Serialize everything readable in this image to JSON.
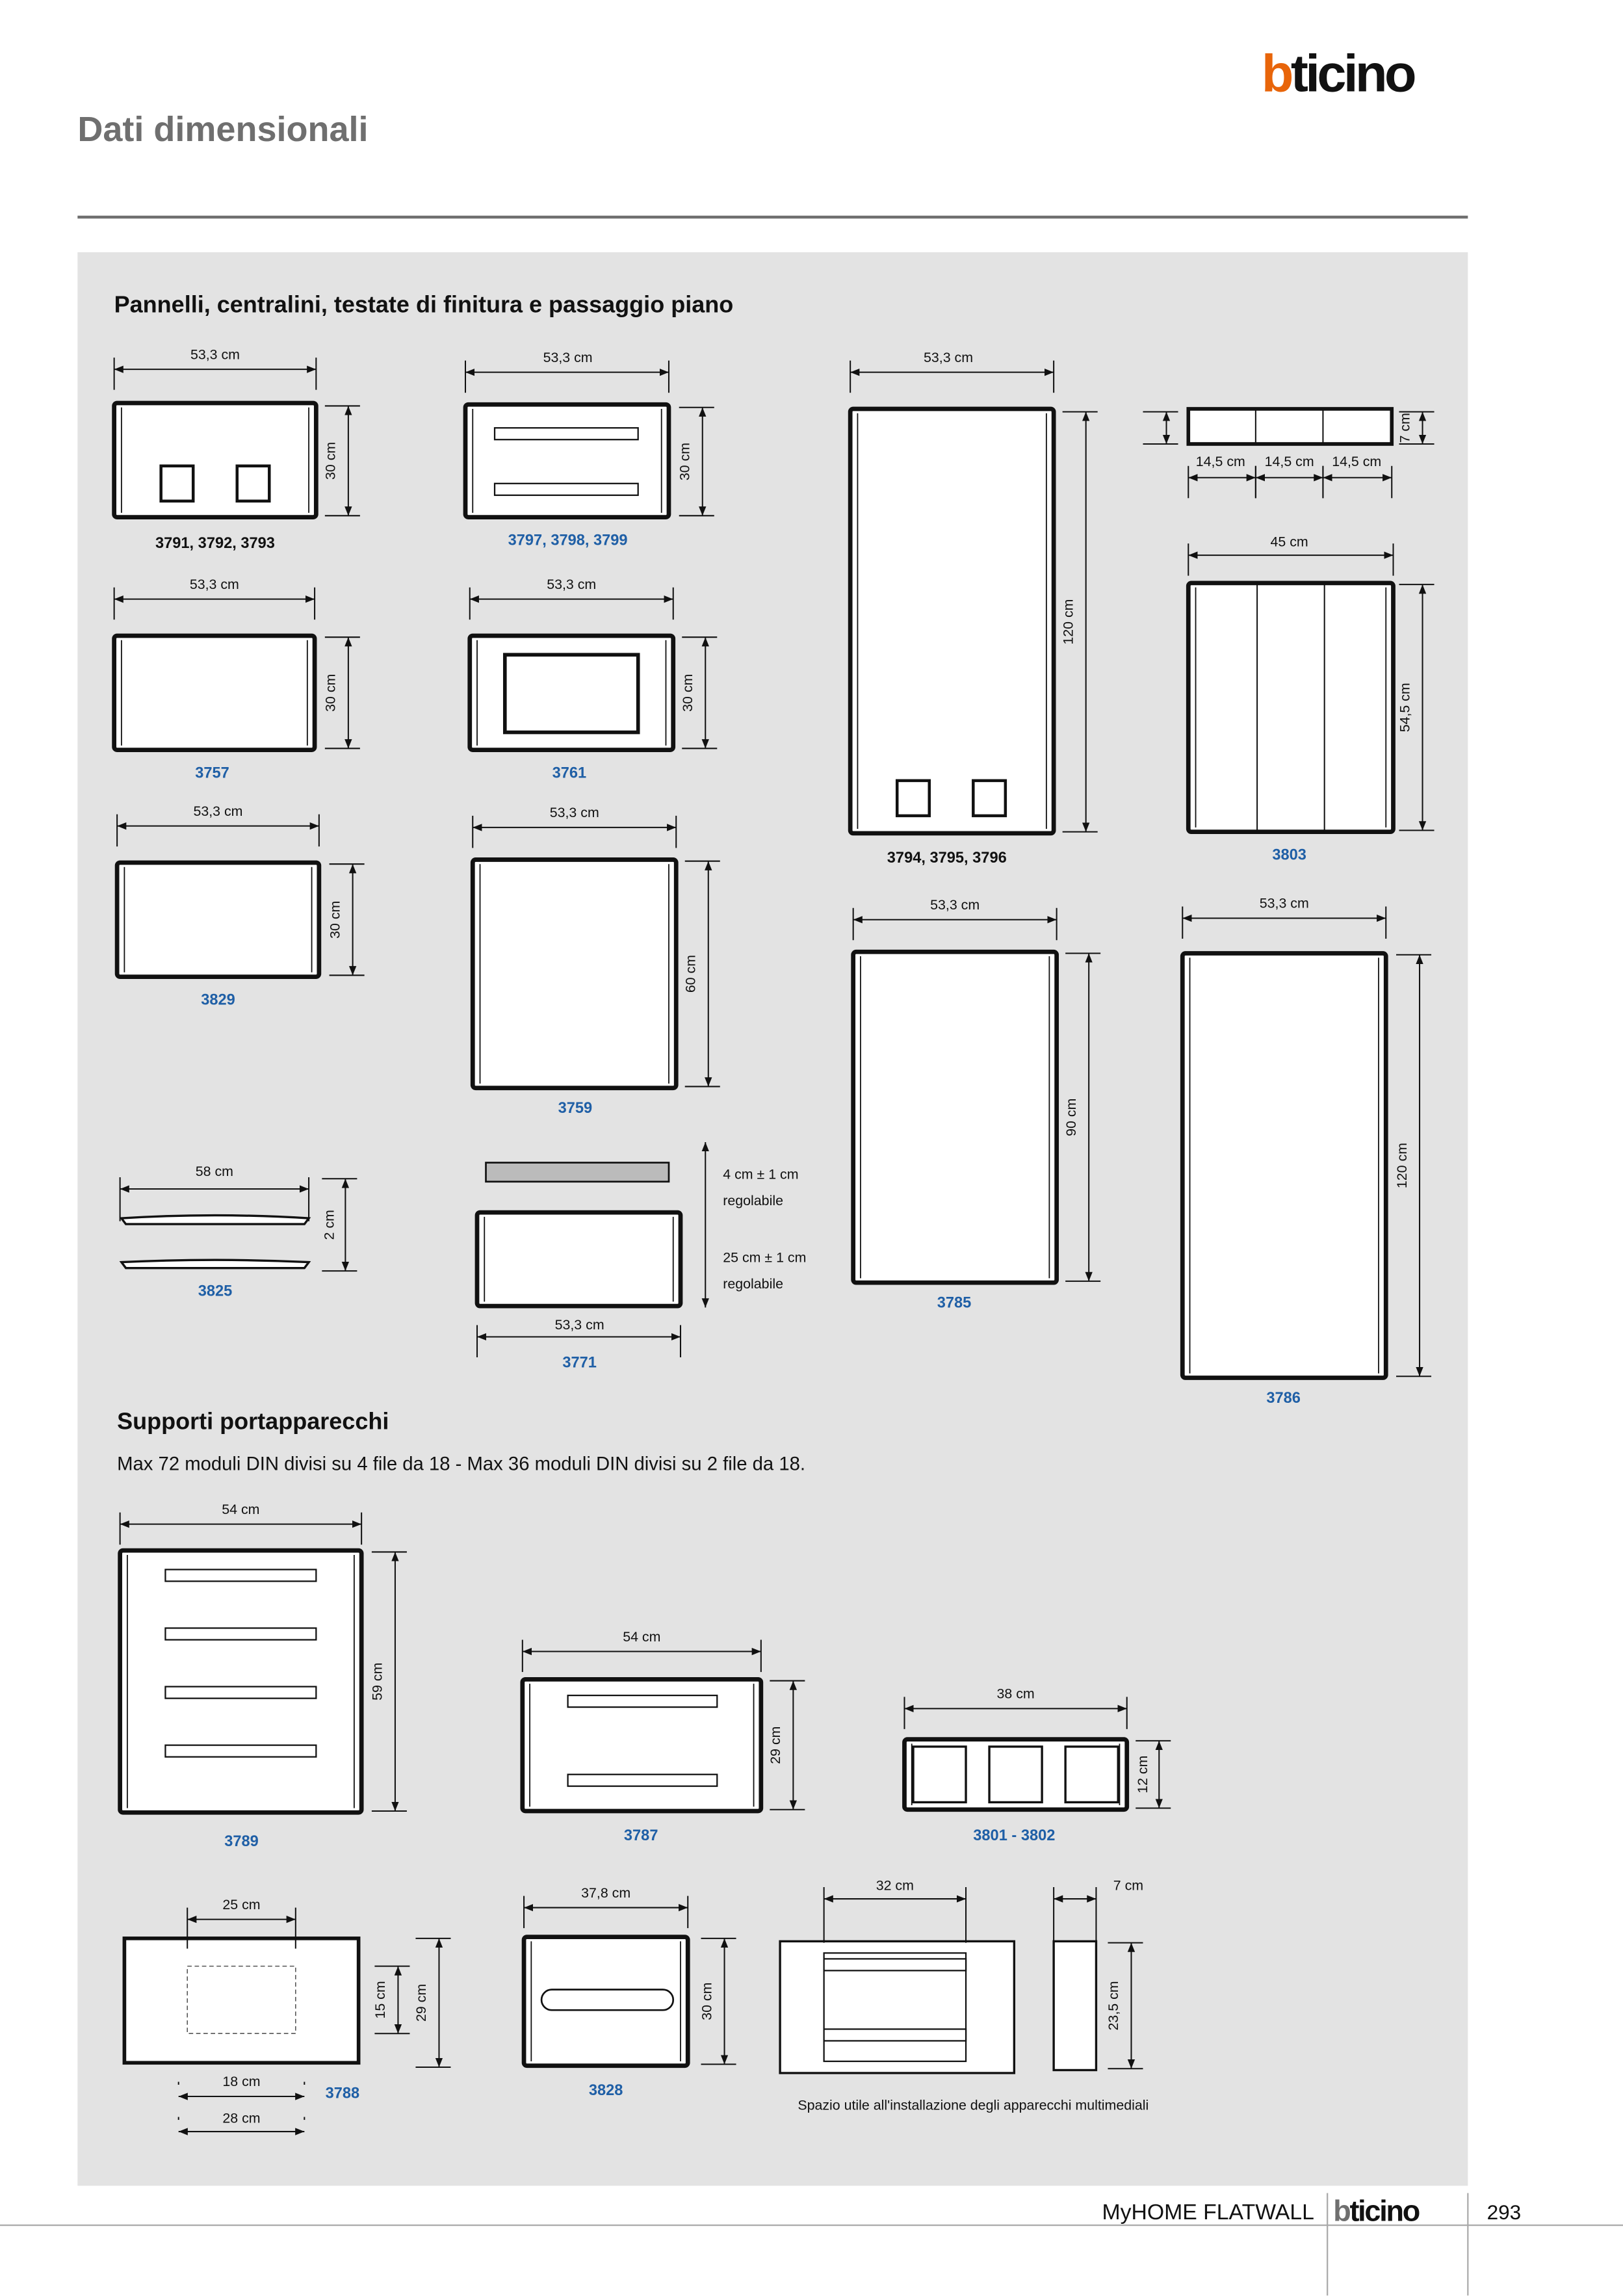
{
  "header": {
    "brand": "bticino",
    "title": "Dati dimensionali"
  },
  "section1": {
    "title": "Pannelli, centralini, testate di finitura e passaggio piano"
  },
  "section2": {
    "title": "Supporti portapparecchi",
    "subtitle": "Max 72 moduli DIN divisi su 4 file da 18 - Max 36 moduli DIN divisi su 2 file da 18."
  },
  "figures": {
    "f3791": {
      "code": "3791, 3792, 3793",
      "width": "53,3 cm",
      "height": "30 cm"
    },
    "f3797": {
      "code": "3797, 3798, 3799",
      "width": "53,3 cm",
      "height": "30 cm"
    },
    "f3794": {
      "code": "3794, 3795, 3796",
      "width": "53,3 cm",
      "height": "120 cm"
    },
    "f3803top": {
      "seg1": "14,5 cm",
      "seg2": "14,5 cm",
      "seg3": "14,5 cm",
      "height": "7 cm"
    },
    "f3803": {
      "code": "3803",
      "width": "45 cm",
      "height": "54,5 cm"
    },
    "f3757": {
      "code": "3757",
      "width": "53,3 cm",
      "height": "30 cm"
    },
    "f3761": {
      "code": "3761",
      "width": "53,3 cm",
      "height": "30 cm"
    },
    "f3829": {
      "code": "3829",
      "width": "53,3 cm",
      "height": "30 cm"
    },
    "f3759": {
      "code": "3759",
      "width": "53,3 cm",
      "height": "60 cm"
    },
    "f3785": {
      "code": "3785",
      "width": "53,3 cm",
      "height": "90 cm"
    },
    "f3786": {
      "code": "3786",
      "width": "53,3 cm",
      "height": "120 cm"
    },
    "f3825": {
      "code": "3825",
      "width": "58 cm",
      "height": "2 cm"
    },
    "f3771": {
      "code": "3771",
      "width": "53,3 cm",
      "top": "4 cm ± 1 cm",
      "top_note": "regolabile",
      "body": "25 cm ± 1 cm",
      "body_note": "regolabile"
    },
    "f3789": {
      "code": "3789",
      "width": "54 cm",
      "height": "59 cm"
    },
    "f3787": {
      "code": "3787",
      "width": "54 cm",
      "height": "29 cm"
    },
    "f3801": {
      "code": "3801 - 3802",
      "width": "38 cm",
      "height": "12 cm"
    },
    "f3788": {
      "code": "3788",
      "width": "25 cm",
      "inner_h": "15 cm",
      "height": "29 cm",
      "bottom1": "18 cm",
      "bottom2": "28 cm"
    },
    "f3828": {
      "code": "3828",
      "width": "37,8 cm",
      "height": "30 cm"
    },
    "fmulti": {
      "width": "32 cm",
      "side_w": "7 cm",
      "side_h": "23,5 cm",
      "caption": "Spazio utile all'installazione degli apparecchi multimediali"
    }
  },
  "footer": {
    "product": "MyHOME FLATWALL",
    "brand": "bticino",
    "page": "293"
  },
  "colors": {
    "accent": "#e8650a",
    "code_blue": "#1f5fa6",
    "panel_bg": "#e3e3e3",
    "title_gray": "#6f6f6f"
  }
}
